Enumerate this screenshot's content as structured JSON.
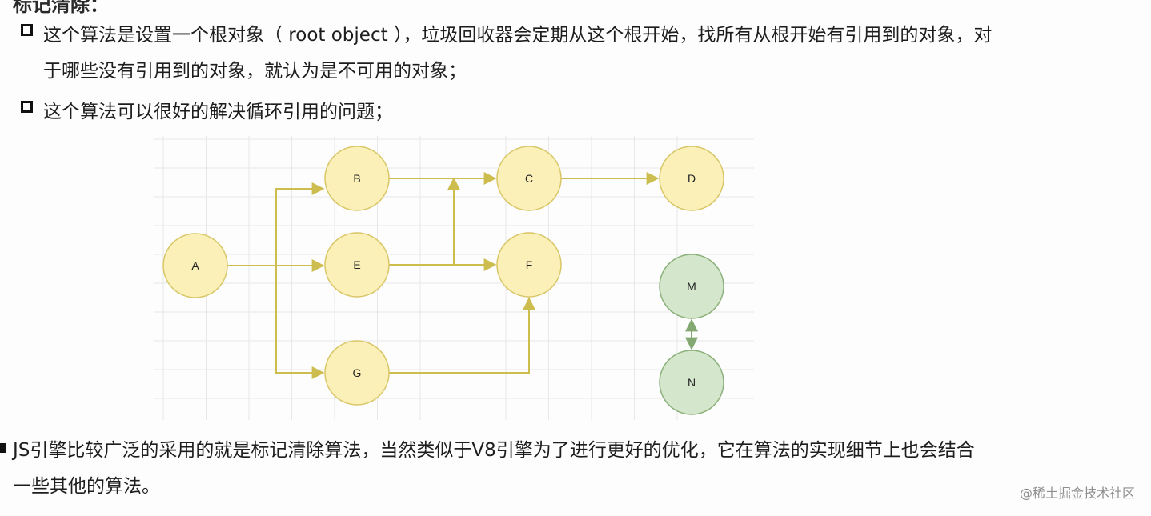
{
  "section": {
    "heading_partial": "标记清除："
  },
  "bullets": [
    {
      "line1": "这个算法是设置一个根对象（ root object ），垃圾回收器会定期从这个根开始，找所有从根开始有引用到的对象，对",
      "line2": "于哪些没有引用到的对象，就认为是不可用的对象；"
    },
    {
      "line1": "这个算法可以很好的解决循环引用的问题；"
    }
  ],
  "diagram": {
    "nodes": [
      {
        "id": "A",
        "label": "A",
        "status": "reachable"
      },
      {
        "id": "B",
        "label": "B",
        "status": "reachable"
      },
      {
        "id": "C",
        "label": "C",
        "status": "reachable"
      },
      {
        "id": "D",
        "label": "D",
        "status": "reachable"
      },
      {
        "id": "E",
        "label": "E",
        "status": "reachable"
      },
      {
        "id": "F",
        "label": "F",
        "status": "reachable"
      },
      {
        "id": "G",
        "label": "G",
        "status": "reachable"
      },
      {
        "id": "M",
        "label": "M",
        "status": "unreachable"
      },
      {
        "id": "N",
        "label": "N",
        "status": "unreachable"
      }
    ],
    "edges": [
      {
        "from": "A",
        "to": "B"
      },
      {
        "from": "A",
        "to": "E"
      },
      {
        "from": "A",
        "to": "G"
      },
      {
        "from": "B",
        "to": "C"
      },
      {
        "from": "E",
        "to": "C"
      },
      {
        "from": "E",
        "to": "F"
      },
      {
        "from": "C",
        "to": "D"
      },
      {
        "from": "G",
        "to": "F"
      },
      {
        "from": "M",
        "to": "N",
        "bidirectional": true
      }
    ],
    "colors": {
      "reachable_fill": "#fbf0b8",
      "reachable_stroke": "#d8c667",
      "reachable_edge": "#cdbd4e",
      "unreachable_fill": "#d4e7cd",
      "unreachable_stroke": "#8bb079",
      "unreachable_edge": "#83a871",
      "grid": "#e8e8e8"
    }
  },
  "footer": {
    "line1": "JS引擎比较广泛的采用的就是标记清除算法，当然类似于V8引擎为了进行更好的优化，它在算法的实现细节上也会结合",
    "line2": "一些其他的算法。"
  },
  "watermark": "@稀土掘金技术社区"
}
